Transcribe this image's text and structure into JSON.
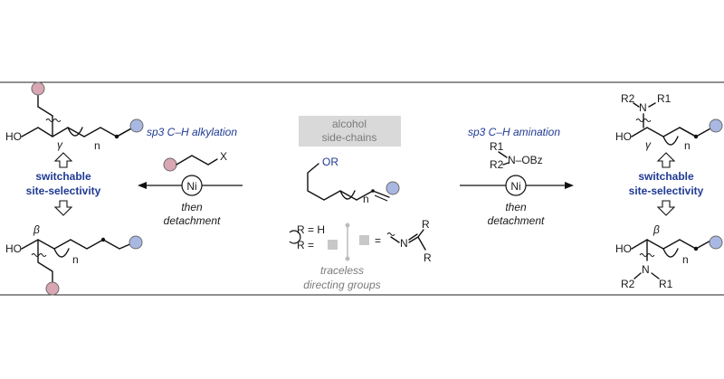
{
  "left_panel": {
    "reaction_title": "sp3 C–H alkylation",
    "reagent_x": "X",
    "catalyst": "Ni",
    "then_text": "then",
    "detachment_text": "detachment",
    "top_product": {
      "ho": "HO",
      "chain_n": "n",
      "position": "γ"
    },
    "bottom_product": {
      "ho": "HO",
      "chain_n": "n",
      "position": "β"
    },
    "switch_line1": "switchable",
    "switch_line2": "site-selectivity"
  },
  "center_panel": {
    "box_line1": "alcohol",
    "box_line2": "side-chains",
    "substrate_or": "OR",
    "substrate_n": "n",
    "r_h": "R = H",
    "r_box": "R =",
    "equals": "=",
    "dg_r_top": "R",
    "dg_r_bottom": "R",
    "dg_n": "N",
    "caption_line1": "traceless",
    "caption_line2": "directing groups"
  },
  "right_panel": {
    "reaction_title": "sp3 C–H amination",
    "reagent_r1": "R1",
    "reagent_r2": "R2",
    "reagent_n_obz": "N–OBz",
    "catalyst": "Ni",
    "then_text": "then",
    "detachment_text": "detachment",
    "top_product": {
      "ho": "HO",
      "chain_n": "n",
      "position": "γ",
      "r1": "R1",
      "r2": "R2",
      "n": "N"
    },
    "bottom_product": {
      "ho": "HO",
      "chain_n": "n",
      "position": "β",
      "r1": "R1",
      "r2": "R2",
      "n": "N"
    },
    "switch_line1": "switchable",
    "switch_line2": "site-selectivity"
  },
  "colors": {
    "label_blue": "#1f3a93",
    "pink_group": "#d9a6b3",
    "blue_group": "#a9b8e3",
    "box_grey": "#d9d9d9"
  }
}
